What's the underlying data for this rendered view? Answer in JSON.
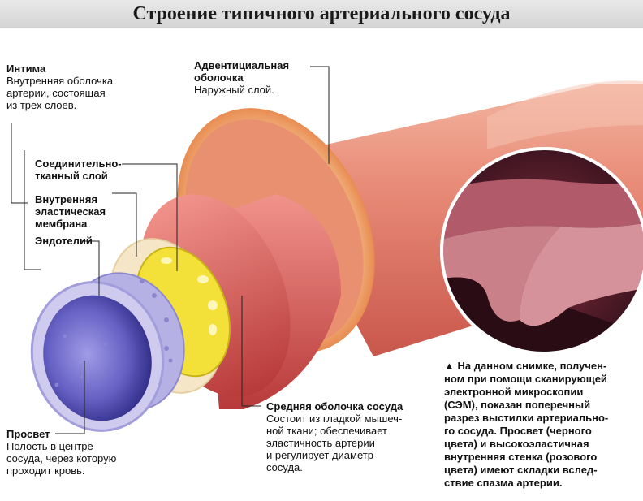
{
  "title": "Строение типичного артериального сосуда",
  "labels": {
    "intima": {
      "heading": "Интима",
      "text": [
        "Внутренняя оболочка",
        "артерии, состоящая",
        "из трех слоев."
      ]
    },
    "connective": {
      "lines": [
        "Соединительно-",
        "тканный слой"
      ]
    },
    "elastic": {
      "lines": [
        "Внутренняя",
        "эластическая",
        "мембрана"
      ]
    },
    "endothelium": {
      "heading": "Эндотелий"
    },
    "adventitia": {
      "heading": [
        "Адвентициальная",
        "оболочка"
      ],
      "text": "Наружный слой."
    },
    "media": {
      "heading": "Средняя оболочка сосуда",
      "text": [
        "Состоит из гладкой мышеч-",
        "ной ткани; обеспечивает",
        "эластичность артерии",
        "и регулирует диаметр",
        "сосуда."
      ]
    },
    "lumen": {
      "heading": "Просвет",
      "text": [
        "Полость в центре",
        "сосуда, через которую",
        "проходит кровь."
      ]
    }
  },
  "caption": {
    "marker": "▲",
    "lines": [
      "На данном снимке, получен-",
      "ном при помощи сканирующей",
      "электронной микроскопии",
      "(СЭМ), показан поперечный",
      "разрез выстилки артериально-",
      "го сосуда. Просвет (черного",
      "цвета) и высокоэластичная",
      "внутренняя стенка (розового",
      "цвета) имеют складки вслед-",
      "ствие спазма артерии."
    ]
  },
  "colors": {
    "adventitia": "#e07a5f",
    "media": "#d9534f",
    "elastic_membrane": "#f2e23a",
    "connective": "#f3e4c4",
    "endothelium": "#a9a3dc",
    "lumen": "#5b57b8"
  }
}
